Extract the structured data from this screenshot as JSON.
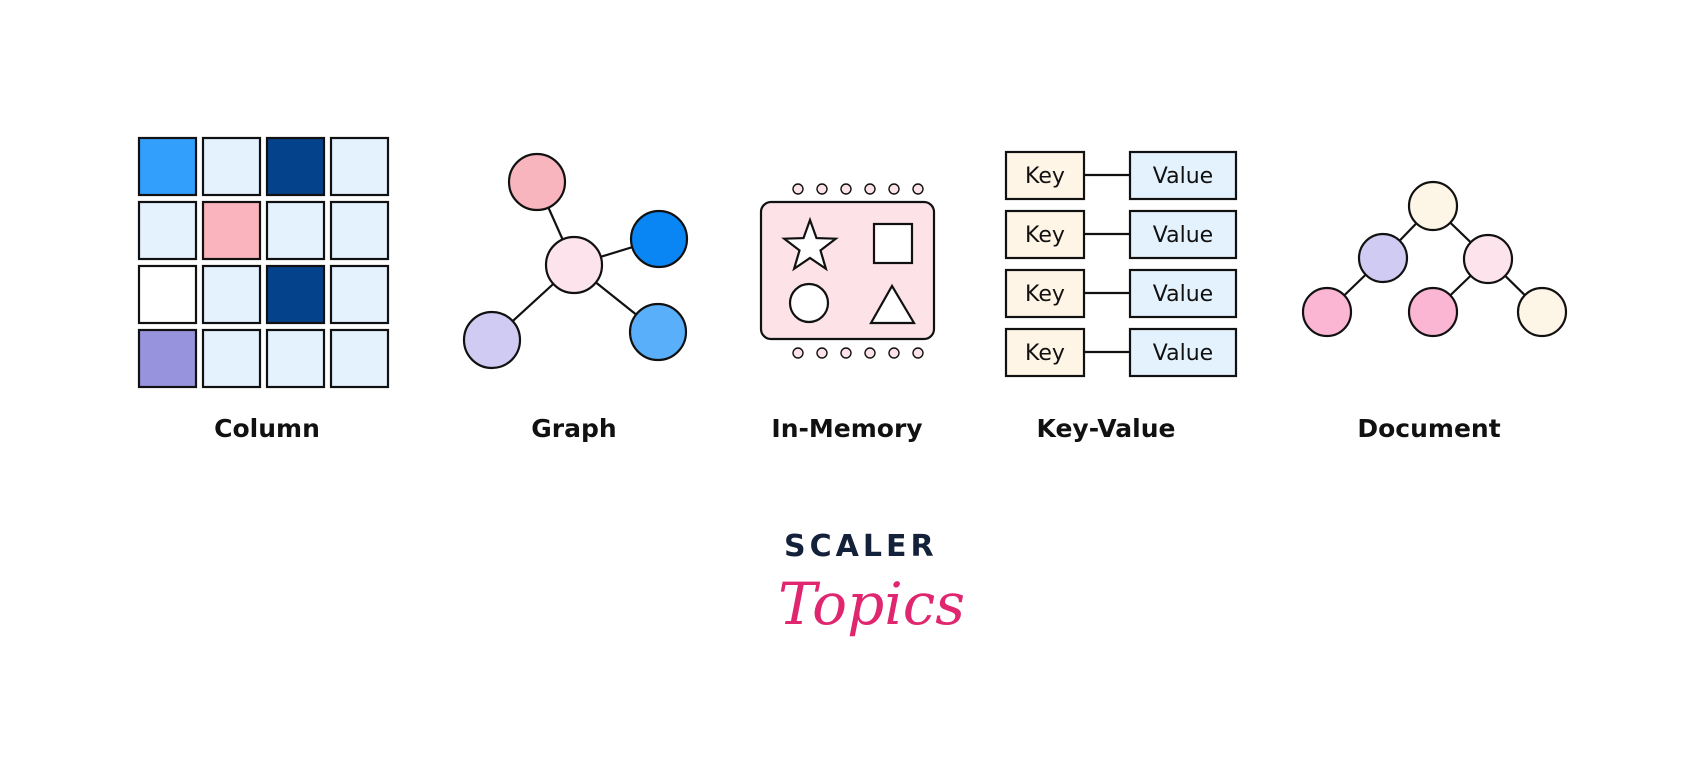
{
  "categories": [
    {
      "id": "column",
      "label": "Column"
    },
    {
      "id": "graph",
      "label": "Graph"
    },
    {
      "id": "in-memory",
      "label": "In-Memory"
    },
    {
      "id": "key-value",
      "label": "Key-Value"
    },
    {
      "id": "document",
      "label": "Document"
    }
  ],
  "column_colors": [
    [
      "#339ffc",
      "#e4f2fe",
      "#04428b",
      "#e4f2fe"
    ],
    [
      "#e4f2fe",
      "#fab4be",
      "#e4f2fe",
      "#e4f2fe"
    ],
    [
      "#ffffff",
      "#e4f2fe",
      "#04428b",
      "#e4f2fe"
    ],
    [
      "#9893dd",
      "#e4f2fe",
      "#e4f2fe",
      "#e4f2fe"
    ]
  ],
  "graph_colors": {
    "center": "#fde4ec",
    "top": "#f8b5be",
    "right": "#0a85f4",
    "bottom_right": "#5aaffa",
    "left": "#cfcbf3"
  },
  "in_memory_color": "#fde2e8",
  "key_value": {
    "rows": [
      {
        "key": "Key",
        "value": "Value"
      },
      {
        "key": "Key",
        "value": "Value"
      },
      {
        "key": "Key",
        "value": "Value"
      },
      {
        "key": "Key",
        "value": "Value"
      }
    ],
    "key_color": "#fef5e6",
    "value_color": "#e4f2fe"
  },
  "document_colors": [
    "#fdf5e6",
    "#cfcbf3",
    "#fde4ec",
    "#fbb6d4",
    "#fbb6d4",
    "#fdf5e6"
  ],
  "logo": {
    "line1": "SCALER",
    "line2": "Topics"
  }
}
